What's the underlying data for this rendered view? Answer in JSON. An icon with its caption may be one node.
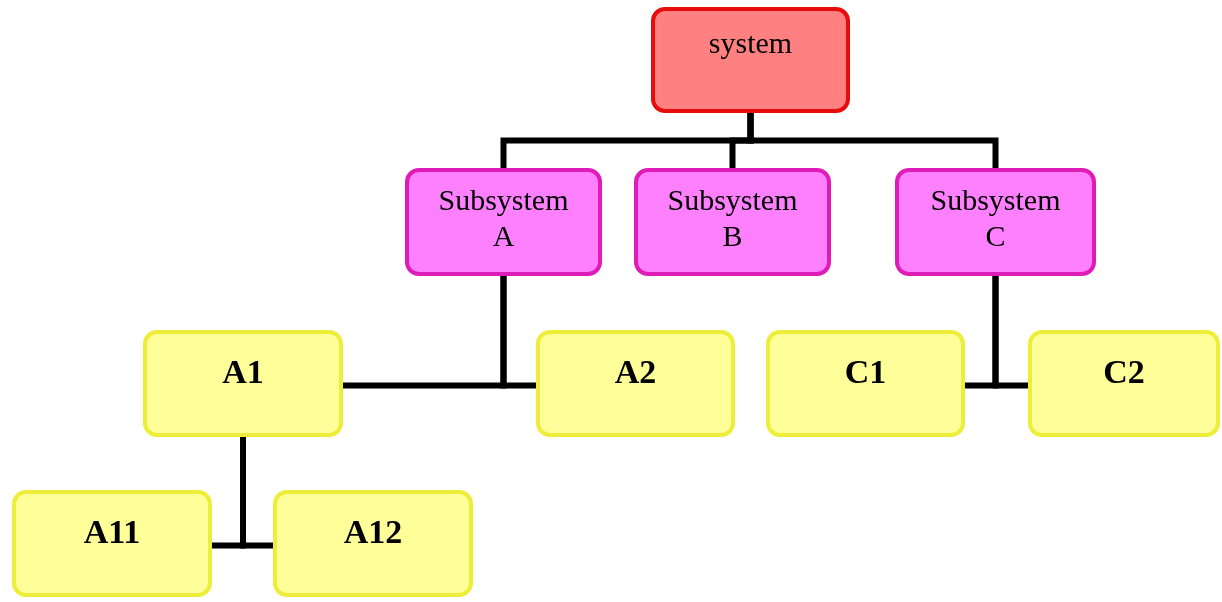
{
  "diagram": {
    "nodes": [
      {
        "text": [
          "system"
        ]
      },
      {
        "text": [
          "Subsystem A"
        ]
      },
      {
        "text": [
          "Subsystem B"
        ]
      },
      {
        "text": [
          "Subsystem C"
        ]
      },
      {
        "text": [
          "A1"
        ]
      },
      {
        "text": [
          "A2"
        ]
      },
      {
        "text": [
          "C1"
        ]
      },
      {
        "text": [
          "C2"
        ]
      },
      {
        "text": [
          "A11"
        ]
      },
      {
        "text": [
          "A12"
        ]
      }
    ],
    "edges": [
      {
        "from": 0,
        "to": 1,
        "arrow": "none"
      },
      {
        "from": 0,
        "to": 2,
        "arrow": "none"
      },
      {
        "from": 0,
        "to": 3,
        "arrow": "none"
      },
      {
        "from": 1,
        "to": 4,
        "arrow": "none"
      },
      {
        "from": 1,
        "to": 5,
        "arrow": "none"
      },
      {
        "from": 3,
        "to": 6,
        "arrow": "none"
      },
      {
        "from": 3,
        "to": 7,
        "arrow": "none"
      },
      {
        "from": 4,
        "to": 8,
        "arrow": "none"
      },
      {
        "from": 4,
        "to": 9,
        "arrow": "none"
      }
    ]
  }
}
